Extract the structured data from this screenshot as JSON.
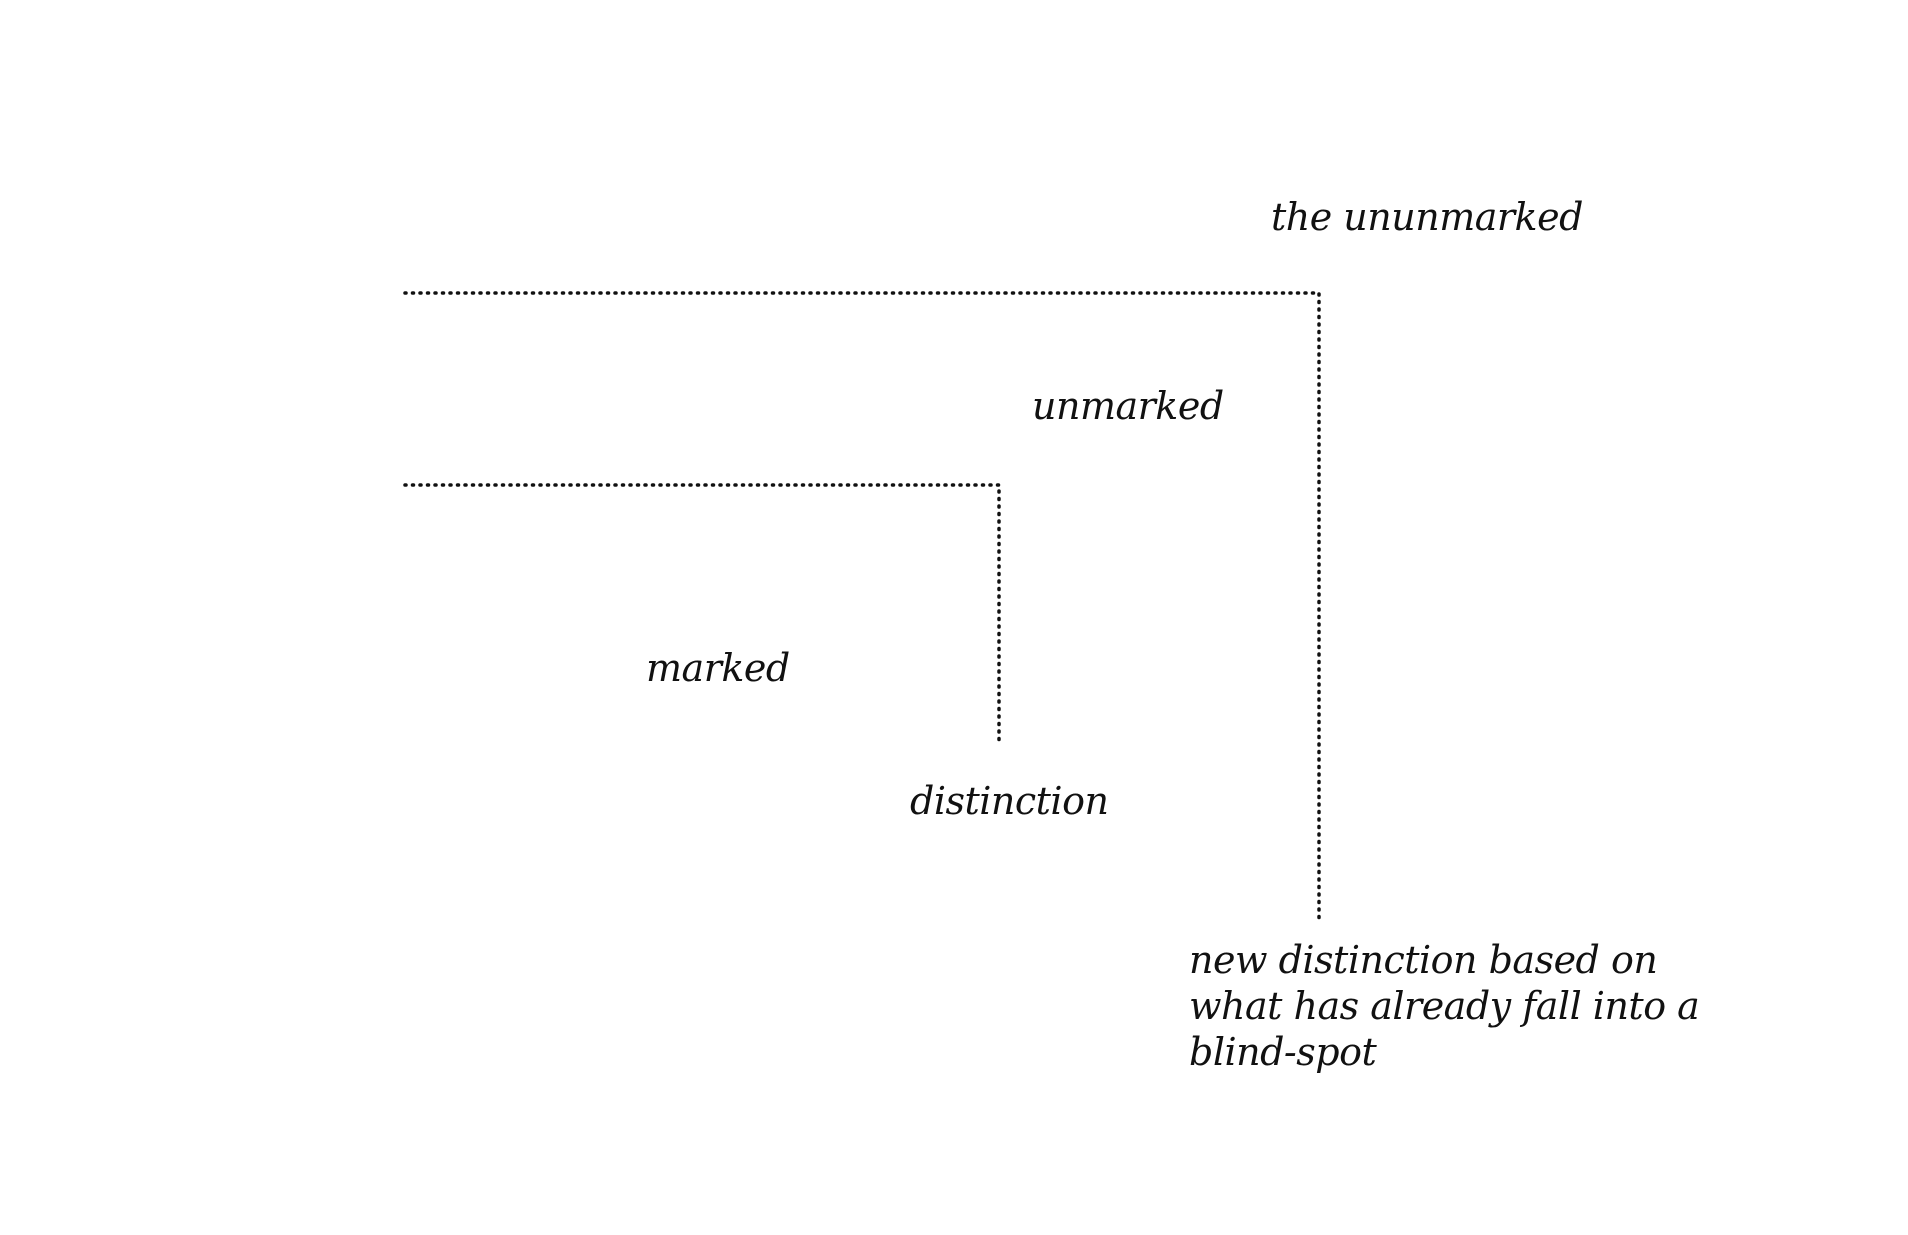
{
  "diagram": {
    "labels": {
      "the_ununmarked": "the ununmarked",
      "unmarked": "unmarked",
      "marked": "marked",
      "distinction": "distinction",
      "new_distinction": "new distinction based on\nwhat has already fall into a\nblind-spot"
    },
    "colors": {
      "ink": "#111111",
      "background": "#ffffff"
    }
  }
}
